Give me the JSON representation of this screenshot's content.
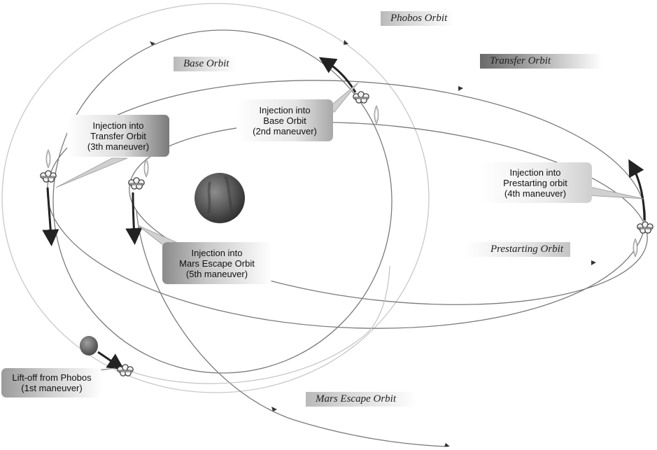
{
  "orbits": {
    "phobos": "Phobos Orbit",
    "base": "Base Orbit",
    "transfer": "Transfer Orbit",
    "prestarting": "Prestarting Orbit",
    "escape": "Mars Escape Orbit"
  },
  "maneuvers": {
    "liftoff": {
      "line1": "Lift-off from Phobos",
      "line2": "(1st maneuver)"
    },
    "base": {
      "line1": "Injection into",
      "line2": "Base Orbit",
      "line3": "(2nd maneuver)"
    },
    "transfer": {
      "line1": "Injection into",
      "line2": "Transfer Orbit",
      "line3": "(3th maneuver)"
    },
    "prestarting": {
      "line1": "Injection into",
      "line2": "Prestarting orbit",
      "line3": "(4th maneuver)"
    },
    "escape": {
      "line1": "Injection into",
      "line2": "Mars Escape Orbit",
      "line3": "(5th maneuver)"
    }
  },
  "colors": {
    "orbit_line": "#7a7a7a",
    "maneuver_arc": "#222222",
    "mars": "#5c5c5c",
    "phobos": "#6f6f6f"
  }
}
